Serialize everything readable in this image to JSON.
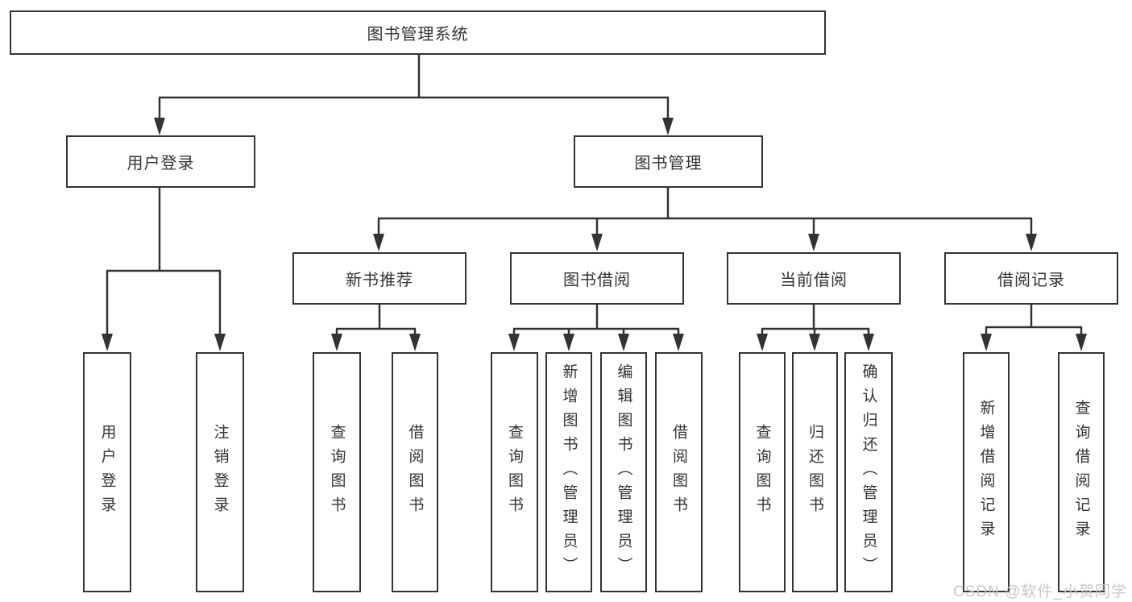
{
  "tree": {
    "root": "图书管理系统",
    "children": [
      {
        "label": "用户登录",
        "children": [
          "用户登录",
          "注销登录"
        ]
      },
      {
        "label": "图书管理",
        "children": [
          {
            "label": "新书推荐",
            "children": [
              "查询图书",
              "借阅图书"
            ]
          },
          {
            "label": "图书借阅",
            "children": [
              "查询图书",
              "新增图书（管理员）",
              "编辑图书（管理员）",
              "借阅图书"
            ]
          },
          {
            "label": "当前借阅",
            "children": [
              "查询图书",
              "归还图书",
              "确认归还（管理员）"
            ]
          },
          {
            "label": "借阅记录",
            "children": [
              "新增借阅记录",
              "查询借阅记录"
            ]
          }
        ]
      }
    ]
  },
  "watermark": {
    "text": "CSDN @软件_小贺同学"
  },
  "colors": {
    "line": "#333333",
    "box_border": "#333333",
    "box_fill": "#ffffff",
    "text": "#333333",
    "watermark": "#c8c8c8",
    "background": "#ffffff"
  }
}
